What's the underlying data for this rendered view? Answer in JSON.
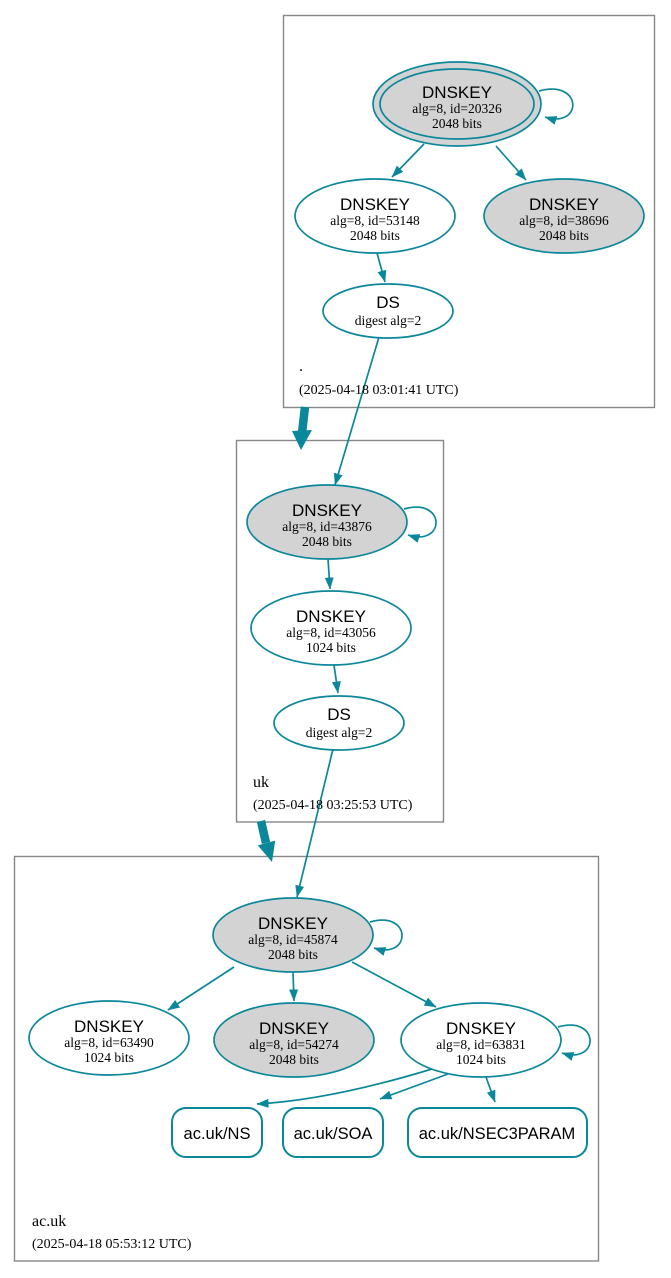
{
  "diagram": {
    "kind": "dnssec-authentication-chain-graph",
    "colors": {
      "secure_teal": "#0a879a",
      "node_fill_gray": "#d3d3d3",
      "node_fill_white": "#ffffff",
      "zone_box_border": "#878787",
      "text": "#000000"
    }
  },
  "zones": [
    {
      "label": ".",
      "timestamp": "(2025-04-18 03:01:41 UTC)",
      "nodes": [
        {
          "id": "dnskey-20326",
          "label": "DNSKEY",
          "detail": "alg=8, id=20326",
          "size": "2048 bits"
        },
        {
          "id": "dnskey-53148",
          "label": "DNSKEY",
          "detail": "alg=8, id=53148",
          "size": "2048 bits"
        },
        {
          "id": "dnskey-38696",
          "label": "DNSKEY",
          "detail": "alg=8, id=38696",
          "size": "2048 bits"
        },
        {
          "id": "ds-root",
          "label": "DS",
          "detail": "digest alg=2"
        }
      ]
    },
    {
      "label": "uk",
      "timestamp": "(2025-04-18 03:25:53 UTC)",
      "nodes": [
        {
          "id": "dnskey-43876",
          "label": "DNSKEY",
          "detail": "alg=8, id=43876",
          "size": "2048 bits"
        },
        {
          "id": "dnskey-43056",
          "label": "DNSKEY",
          "detail": "alg=8, id=43056",
          "size": "1024 bits"
        },
        {
          "id": "ds-uk",
          "label": "DS",
          "detail": "digest alg=2"
        }
      ]
    },
    {
      "label": "ac.uk",
      "timestamp": "(2025-04-18 05:53:12 UTC)",
      "nodes": [
        {
          "id": "dnskey-45874",
          "label": "DNSKEY",
          "detail": "alg=8, id=45874",
          "size": "2048 bits"
        },
        {
          "id": "dnskey-63490",
          "label": "DNSKEY",
          "detail": "alg=8, id=63490",
          "size": "1024 bits"
        },
        {
          "id": "dnskey-54274",
          "label": "DNSKEY",
          "detail": "alg=8, id=54274",
          "size": "2048 bits"
        },
        {
          "id": "dnskey-63831",
          "label": "DNSKEY",
          "detail": "alg=8, id=63831",
          "size": "1024 bits"
        }
      ],
      "rrsets": [
        {
          "label": "ac.uk/NS"
        },
        {
          "label": "ac.uk/SOA"
        },
        {
          "label": "ac.uk/NSEC3PARAM"
        }
      ]
    }
  ]
}
